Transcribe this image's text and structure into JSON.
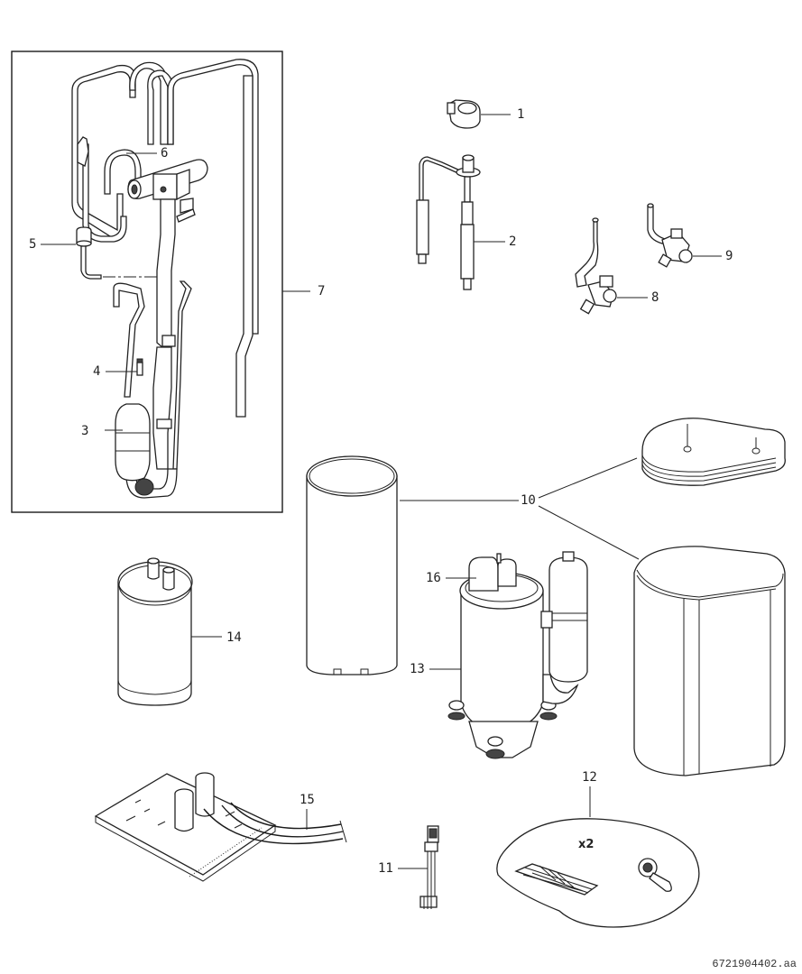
{
  "drawing": {
    "title": "Exploded parts diagram - refrigerant circuit and compressor",
    "document_code": "6721904402.aa",
    "group_box_label": "7",
    "quantity_note": "x2"
  },
  "callouts": [
    {
      "id": "1",
      "label": "1",
      "part": "coil-cap"
    },
    {
      "id": "2",
      "label": "2",
      "part": "expansion-valve-assembly"
    },
    {
      "id": "3",
      "label": "3",
      "part": "filter-drier"
    },
    {
      "id": "4",
      "label": "4",
      "part": "schrader-valve"
    },
    {
      "id": "5",
      "label": "5",
      "part": "pressure-sensor"
    },
    {
      "id": "6",
      "label": "6",
      "part": "four-way-valve"
    },
    {
      "id": "7",
      "label": "7",
      "part": "pipe-assembly-group"
    },
    {
      "id": "8",
      "label": "8",
      "part": "service-valve-liquid"
    },
    {
      "id": "9",
      "label": "9",
      "part": "service-valve-gas"
    },
    {
      "id": "10",
      "label": "10",
      "part": "insulation-jackets"
    },
    {
      "id": "11",
      "label": "11",
      "part": "cable-harness"
    },
    {
      "id": "12",
      "label": "12",
      "part": "mounting-kit"
    },
    {
      "id": "13",
      "label": "13",
      "part": "compressor"
    },
    {
      "id": "14",
      "label": "14",
      "part": "receiver-tank"
    },
    {
      "id": "15",
      "label": "15",
      "part": "inverter-pcb"
    },
    {
      "id": "16",
      "label": "16",
      "part": "terminal-cover"
    }
  ]
}
